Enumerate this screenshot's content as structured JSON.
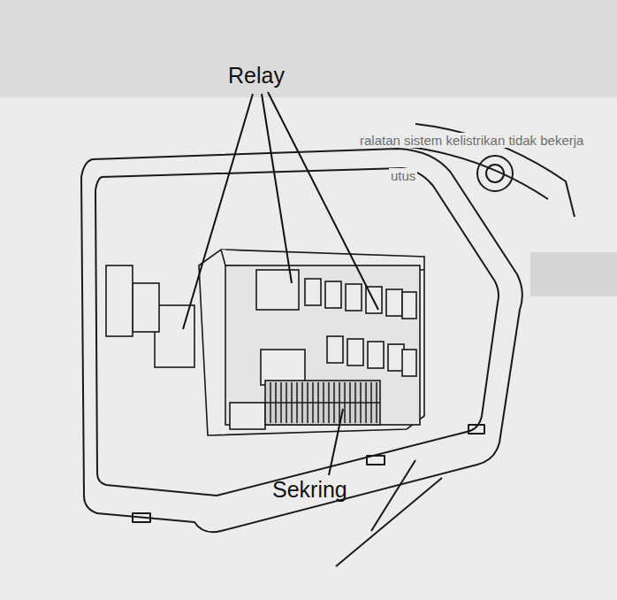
{
  "diagram": {
    "labels": [
      "Relay",
      "Sekring",
      "ralatan sistem kelistrikan tidak bekerja",
      "utus"
    ]
  }
}
